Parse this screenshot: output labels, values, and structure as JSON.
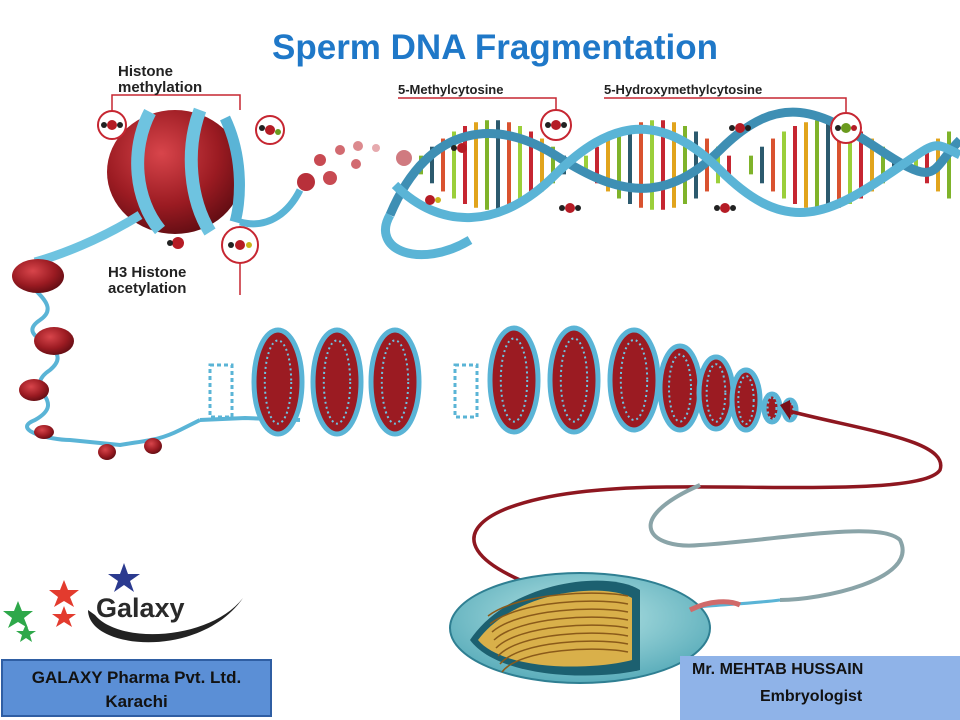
{
  "slide": {
    "title": "Sperm DNA Fragmentation"
  },
  "labels": {
    "histone_methylation": [
      "Histone",
      "methylation"
    ],
    "h3_histone_acetylation": [
      "H3 Histone",
      "acetylation"
    ],
    "methylcytosine": "5-Methylcytosine",
    "hydroxymethylcytosine": "5-Hydroxymethylcytosine"
  },
  "logo": {
    "text": "Galaxy"
  },
  "footer": {
    "company_line1": "GALAXY Pharma Pvt. Ltd.",
    "company_line2": "Karachi",
    "author_name": "Mr. MEHTAB HUSSAIN",
    "author_role": "Embryologist"
  },
  "colors": {
    "title": "#1f78c8",
    "dna_backbone": "#5ab4d6",
    "histone": "#9b1b22",
    "footer_left_bg": "#5b8fd6",
    "footer_right_bg": "#8fb3e8"
  }
}
